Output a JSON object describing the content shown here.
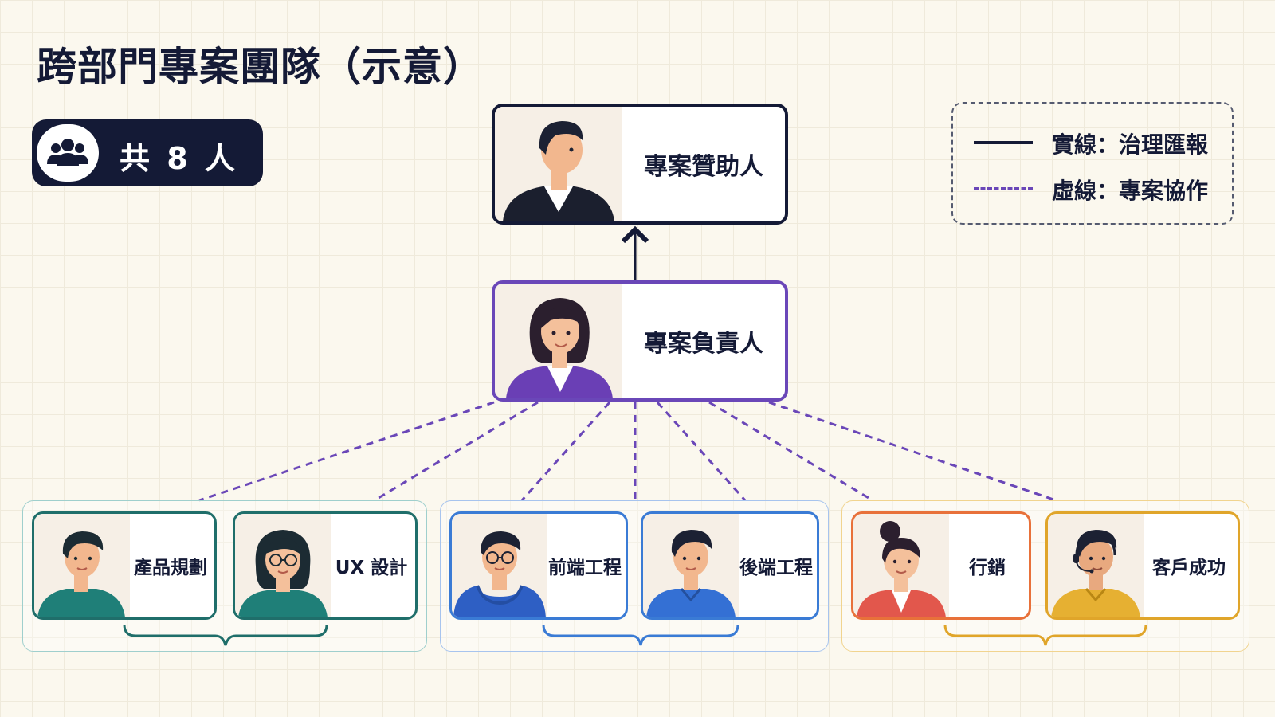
{
  "title": "跨部門專案團隊（示意）",
  "badge": {
    "icon": "group-icon",
    "text": "共 8 人"
  },
  "legend": {
    "solid": {
      "text": "實線：治理匯報",
      "color": "#141a36"
    },
    "dashed": {
      "text": "虛線：專案協作",
      "color": "#6a47b8"
    }
  },
  "sponsor": {
    "label": "專案贊助人",
    "border_color": "#141a36"
  },
  "lead": {
    "label": "專案負責人",
    "border_color": "#6a47b8"
  },
  "groups": [
    {
      "color": "#1f6e6a",
      "members": [
        {
          "label": "產品規劃"
        },
        {
          "label": "UX 設計"
        }
      ]
    },
    {
      "color": "#3a7bd5",
      "members": [
        {
          "label": "前端工程"
        },
        {
          "label": "後端工程"
        }
      ]
    },
    {
      "color": "#e08a2a",
      "members": [
        {
          "label": "行銷"
        },
        {
          "label": "客戶成功"
        }
      ]
    }
  ]
}
